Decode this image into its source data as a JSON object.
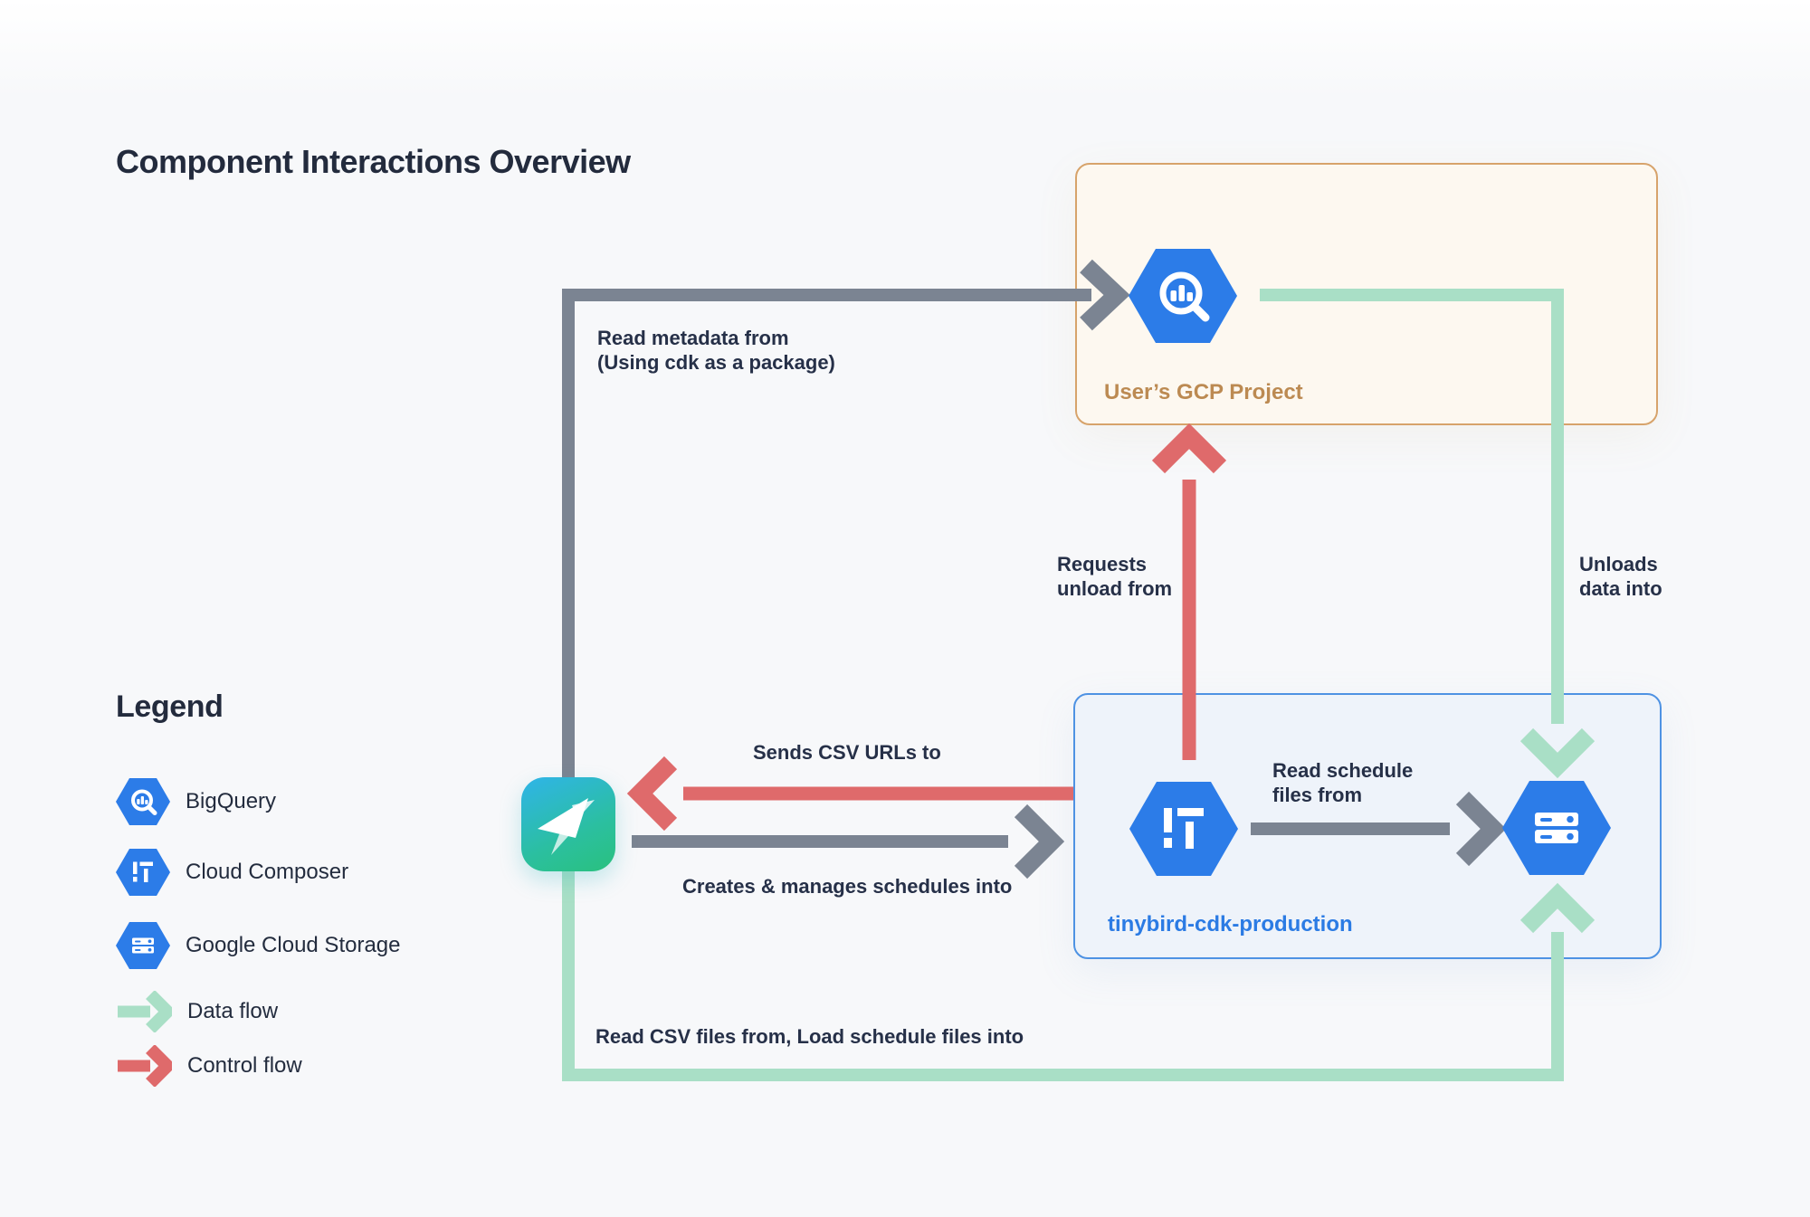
{
  "title": "Component Interactions Overview",
  "groups": {
    "gcp": {
      "label": "User’s GCP Project"
    },
    "production": {
      "label": "tinybird-cdk-production"
    }
  },
  "nodes": {
    "bigquery": {
      "icon": "bigquery-hexagon-icon"
    },
    "cloud_composer": {
      "icon": "cloud-composer-hexagon-icon"
    },
    "cloud_storage": {
      "icon": "cloud-storage-hexagon-icon"
    },
    "tinybird": {
      "icon": "tinybird-paper-bird-icon"
    }
  },
  "edges": {
    "read_metadata": {
      "flow": "neutral",
      "line1": "Read metadata from",
      "line2": "(Using cdk as a package)"
    },
    "unloads_data": {
      "flow": "data",
      "line1": "Unloads",
      "line2": "data into"
    },
    "requests_unload": {
      "flow": "control",
      "line1": "Requests",
      "line2": "unload from"
    },
    "sends_csv": {
      "flow": "control",
      "label": "Sends CSV URLs to"
    },
    "creates_schedules": {
      "flow": "neutral",
      "label": "Creates & manages schedules into"
    },
    "read_schedule": {
      "flow": "neutral",
      "line1": "Read schedule",
      "line2": "files from"
    },
    "read_csv": {
      "flow": "data",
      "label": "Read CSV files from, Load schedule files into"
    }
  },
  "legend": {
    "heading": "Legend",
    "items": [
      {
        "icon": "bigquery-hexagon-icon",
        "label": "BigQuery"
      },
      {
        "icon": "cloud-composer-hexagon-icon",
        "label": "Cloud Composer"
      },
      {
        "icon": "cloud-storage-hexagon-icon",
        "label": "Google Cloud Storage"
      },
      {
        "icon": "data-flow-arrow-icon",
        "label": "Data flow"
      },
      {
        "icon": "control-flow-arrow-icon",
        "label": "Control flow"
      }
    ]
  },
  "colors": {
    "data_flow_green": "#a9dfc6",
    "control_flow_red": "#df6a6b",
    "neutral_flow_gray": "#7b8492",
    "google_hexagon_blue": "#2c7ce8",
    "gcp_box_border": "#d7a36b",
    "gcp_box_bg": "#fdf8f0",
    "gcp_box_label": "#bc8a52",
    "production_box_border": "#4e92e3",
    "production_box_bg": "#eef3fa",
    "production_box_label": "#2b7be4",
    "tinybird_gradient_top": "#2fb4e9",
    "tinybird_gradient_bottom": "#2ac17e",
    "label_text": "#263048"
  }
}
